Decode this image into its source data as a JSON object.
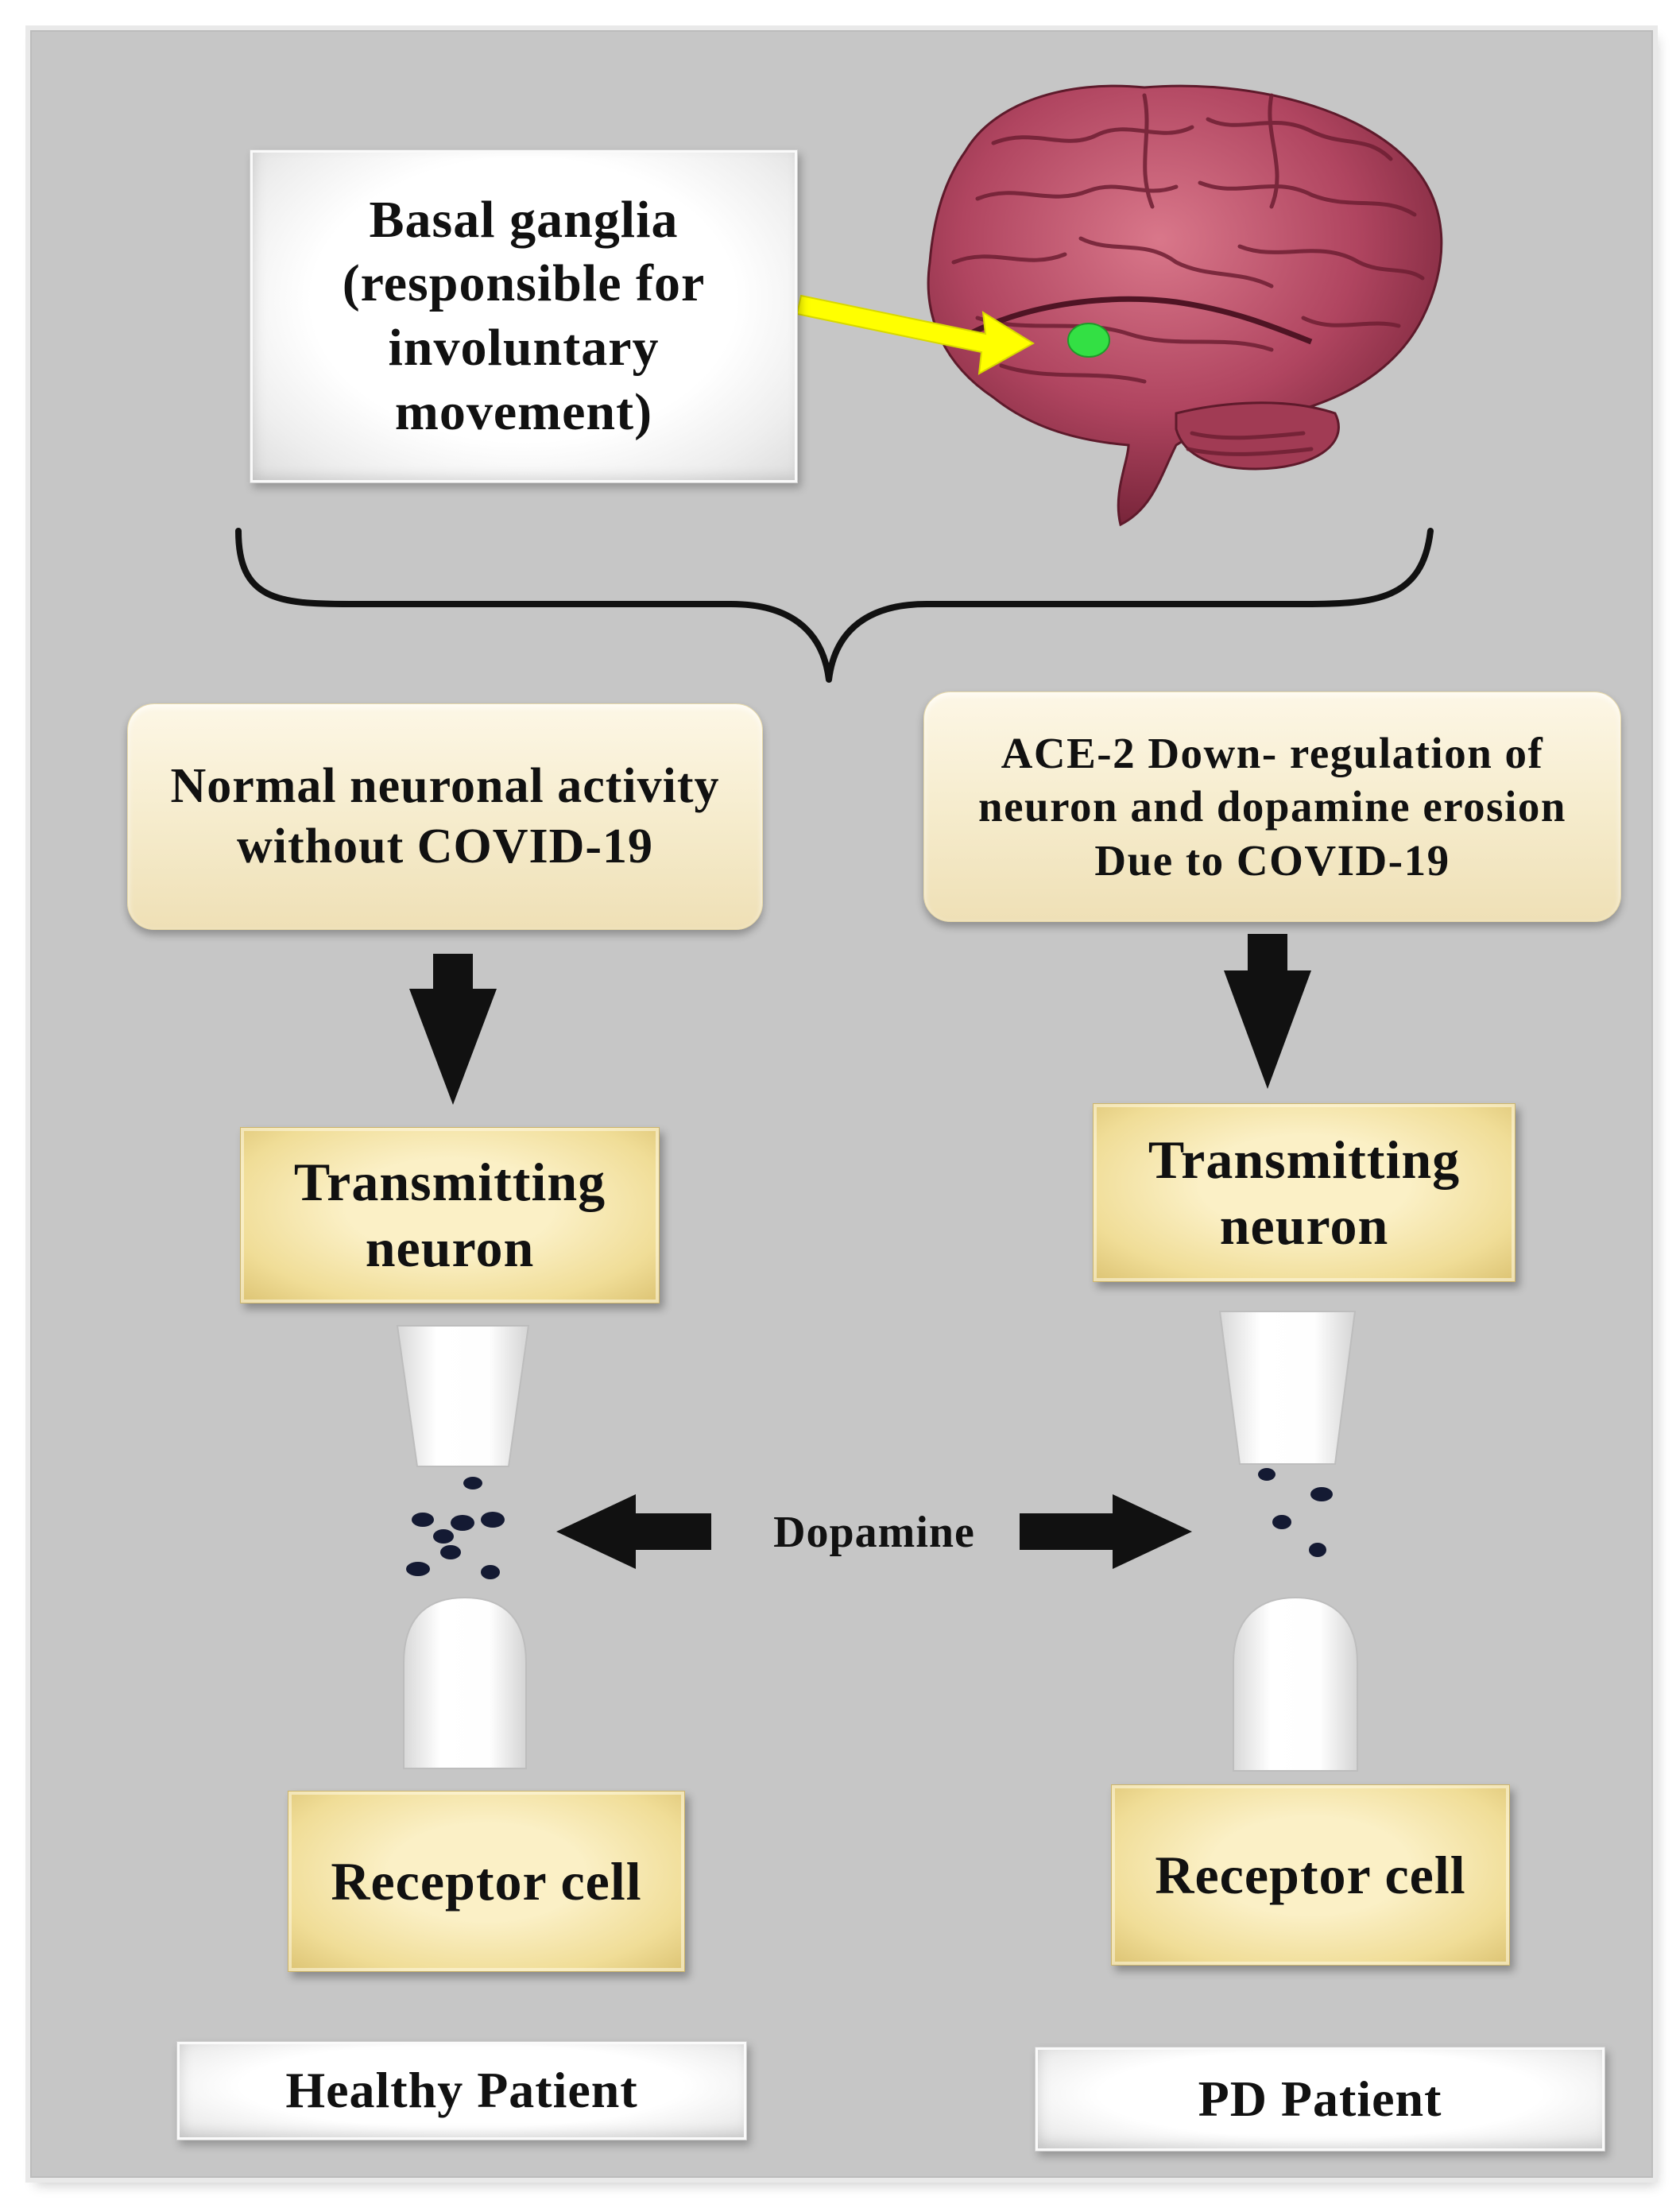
{
  "top_box": {
    "text": "Basal ganglia (responsible for involuntary movement)"
  },
  "left": {
    "cause": "Normal neuronal activity without COVID-19",
    "transmitting": "Transmitting neuron",
    "receptor": "Receptor cell",
    "patient": "Healthy Patient"
  },
  "right": {
    "cause": "ACE-2 Down- regulation of neuron and dopamine erosion Due to COVID-19",
    "transmitting": "Transmitting neuron",
    "receptor": "Receptor cell",
    "patient": "PD Patient"
  },
  "dopamine_label": "Dopamine",
  "colors": {
    "panel": "#c6c6c6",
    "arrow_yellow": "#ffff00",
    "ganglia_dot": "#33e044",
    "brain": "#b8485e"
  }
}
